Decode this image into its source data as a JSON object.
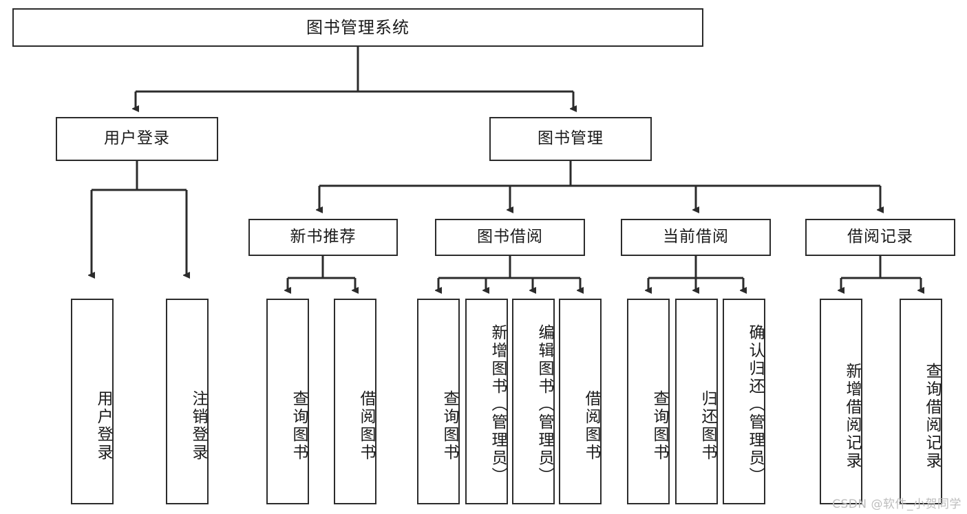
{
  "diagram": {
    "title": "图书管理系统",
    "type": "tree-hierarchy-diagram",
    "watermark": "CSDN @软件_小贺同学",
    "colors": {
      "stroke": "#2b2b2b",
      "fill": "#ffffff",
      "text": "#1a1a1a",
      "watermark": "#bdbdbd"
    },
    "levels": {
      "root": {
        "label": "图书管理系统"
      },
      "level2": [
        {
          "label": "用户登录"
        },
        {
          "label": "图书管理"
        }
      ],
      "level3": [
        {
          "label": "新书推荐"
        },
        {
          "label": "图书借阅"
        },
        {
          "label": "当前借阅"
        },
        {
          "label": "借阅记录"
        }
      ],
      "leaves": {
        "user_login": [
          {
            "label": "用户登录"
          },
          {
            "label": "注销登录"
          }
        ],
        "new_book_recommend": [
          {
            "label": "查询图书"
          },
          {
            "label": "借阅图书"
          }
        ],
        "book_borrow": [
          {
            "label": "查询图书"
          },
          {
            "label": "新增图书（管理员）"
          },
          {
            "label": "编辑图书（管理员）"
          },
          {
            "label": "借阅图书"
          }
        ],
        "current_borrow": [
          {
            "label": "查询图书"
          },
          {
            "label": "归还图书"
          },
          {
            "label": "确认归还（管理员）"
          }
        ],
        "borrow_record": [
          {
            "label": "新增借阅记录"
          },
          {
            "label": "查询借阅记录"
          }
        ]
      }
    }
  }
}
